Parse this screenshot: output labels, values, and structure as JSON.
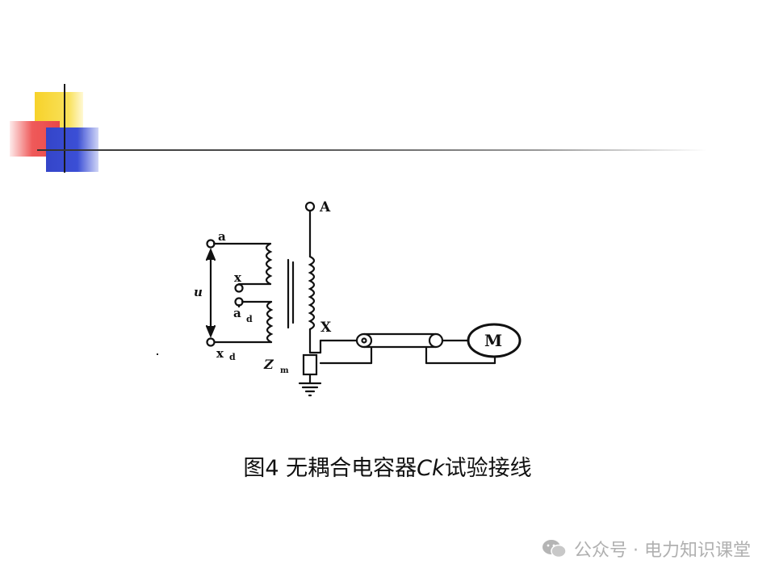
{
  "diagram": {
    "labels": {
      "A": "A",
      "X": "X",
      "a": "a",
      "x": "x",
      "ad_main": "a",
      "ad_sub": "d",
      "xd_main": "x",
      "xd_sub": "d",
      "u": "u",
      "Zm_main": "Z",
      "Zm_sub": "m",
      "M": "M"
    }
  },
  "caption": {
    "prefix": "图4  无耦合电容器",
    "symbol": "Ck",
    "suffix": "试验接线"
  },
  "watermark": {
    "text": "公众号 · 电力知识课堂",
    "icon": "wechat-icon"
  }
}
